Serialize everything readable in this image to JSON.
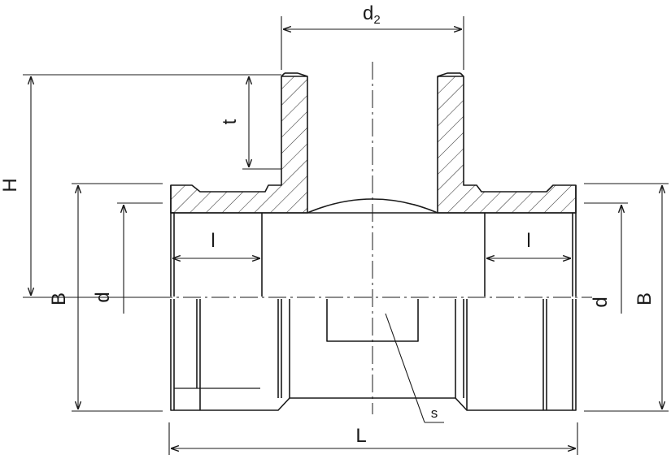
{
  "labels": {
    "d2_main": "d",
    "d2_sub": "2",
    "t": "t",
    "H": "H",
    "l_left": "l",
    "l_right": "l",
    "d_left": "d",
    "d_right": "d",
    "B_left": "B",
    "B_right": "B",
    "L": "L",
    "s": "s"
  },
  "colors": {
    "line": "#1a1a1a",
    "hatch": "#333333",
    "background": "#ffffff"
  }
}
